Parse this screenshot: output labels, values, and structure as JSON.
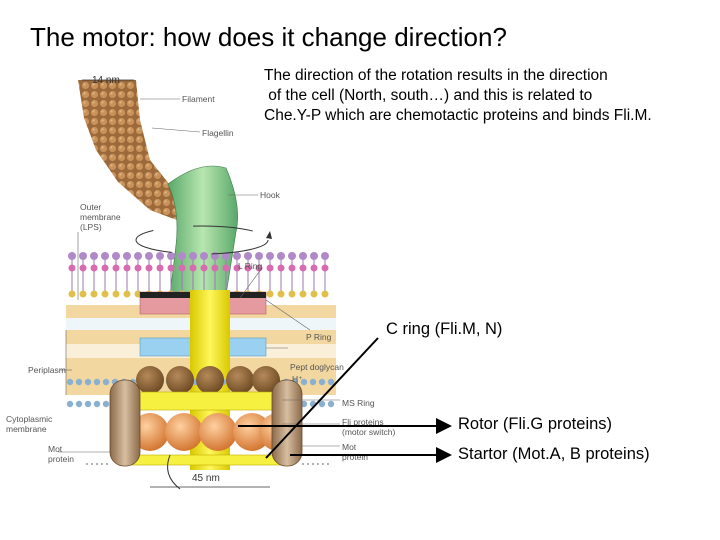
{
  "slide": {
    "title": "The motor: how does it change direction?",
    "description": [
      "The direction of the rotation results in the direction",
      " of the cell (North, south…) and this is related to",
      "Che.Y-P which are chemotactic proteins and binds Fli.M."
    ]
  },
  "callouts": {
    "c_ring": "C ring (Fli.M, N)",
    "rotor": "Rotor (Fli.G proteins)",
    "stator": "Startor (Mot.A, B proteins)"
  },
  "diagram": {
    "labels": {
      "width_top": "14 nm",
      "filament": "Filament",
      "flagellin": "Flagellin",
      "hook": "Hook",
      "outer_membrane": [
        "Outer",
        "membrane",
        "(LPS)"
      ],
      "l_ring": "L Ring",
      "p_ring": "P Ring",
      "periplasm": "Periplasm",
      "peptidoglycan": [
        "Pept doglycan"
      ],
      "h_plus": "H⁺",
      "cytoplasmic_membrane": [
        "Cytoplasmic",
        "membrane"
      ],
      "ms_ring": "MS Ring",
      "fli_proteins": [
        "Fli proteins",
        "(motor switch)"
      ],
      "mot_protein_left": [
        "Mot",
        "protein"
      ],
      "mot_protein_right": [
        "Mot",
        "protein"
      ],
      "width_bottom": "45 nm"
    },
    "colors": {
      "filament": "#b07a45",
      "hook": "#8fcf8f",
      "rod": "#f2e30a",
      "l_ring": "#e59aa0",
      "p_ring": "#9ad0f0",
      "periplasm": "#f2d7a0",
      "c_ring": "#e8904a",
      "mot": "#b09072",
      "ms_ring": "#f6f040"
    }
  }
}
